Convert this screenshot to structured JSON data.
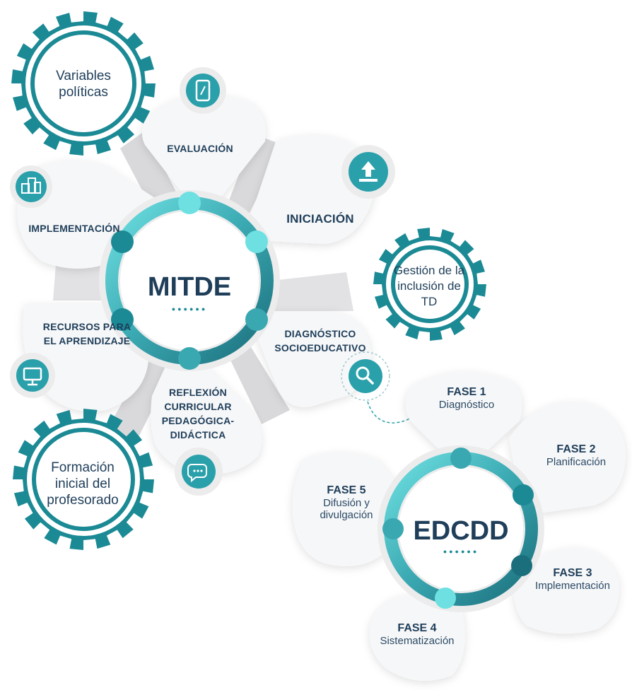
{
  "colors": {
    "teal_dark": "#1b8a95",
    "teal_mid": "#3aa8b1",
    "teal_light": "#6ee0e2",
    "navy": "#1f3e5a",
    "petal": "#f6f7f8",
    "spoke": "#dcdcde"
  },
  "gears": {
    "politicas": "Variables políticas",
    "gestion": "Gestión de la inclusión de TD",
    "formacion": "Formación inicial del profesorado"
  },
  "mitde": {
    "title": "MITDE",
    "dots": "●●●●●●",
    "stages": {
      "evaluacion": "EVALUACIÓN",
      "iniciacion": "INICIACIÓN",
      "implementacion": "IMPLEMENTACIÓN",
      "recursos": "RECURSOS PARA EL APRENDIZAJE",
      "diagnostico": "DIAGNÓSTICO SOCIOEDUCATIVO",
      "reflexion": "REFLEXIÓN CURRICULAR PEDAGÓGICA-DIDÁCTICA"
    },
    "icons": [
      "tablet-icon",
      "upload-icon",
      "buildings-icon",
      "monitor-icon",
      "search-icon",
      "chat-icon"
    ]
  },
  "edcdd": {
    "title": "EDCDD",
    "dots": "●●●●●●",
    "phases": [
      {
        "title": "FASE 1",
        "sub": "Diagnóstico"
      },
      {
        "title": "FASE 2",
        "sub": "Planificación"
      },
      {
        "title": "FASE 3",
        "sub": "Implementación"
      },
      {
        "title": "FASE 4",
        "sub": "Sistematización"
      },
      {
        "title": "FASE 5",
        "sub": "Difusión y divulgación"
      }
    ]
  }
}
